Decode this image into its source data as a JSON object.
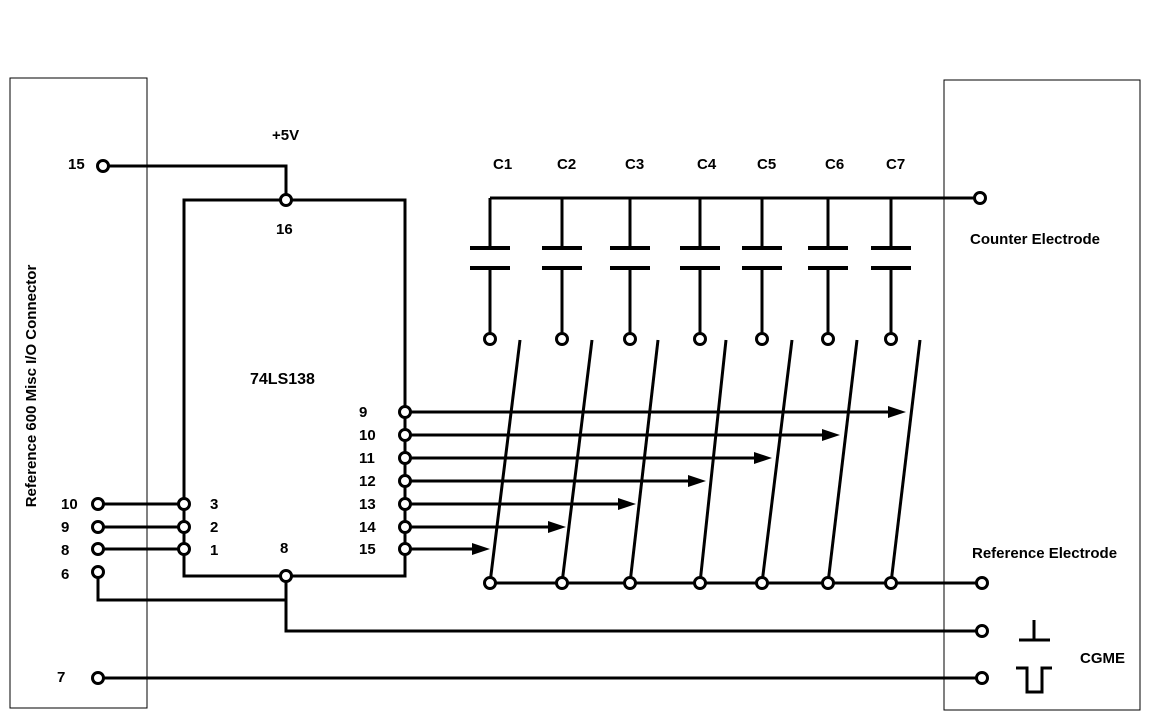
{
  "left_panel": {
    "label": "Reference 600 Misc I/O Connector"
  },
  "right_panel": {
    "counter_electrode": "Counter Electrode",
    "reference_electrode": "Reference Electrode",
    "cgme": "CGME"
  },
  "chip": {
    "name": "74LS138",
    "supply": "+5V",
    "vcc_pin": "16",
    "gnd_pin": "8",
    "input_pins": [
      "3",
      "2",
      "1"
    ],
    "output_pins": [
      "9",
      "10",
      "11",
      "12",
      "13",
      "14",
      "15"
    ]
  },
  "connector_pins": {
    "p15": "15",
    "p10": "10",
    "p9": "9",
    "p8": "8",
    "p6": "6",
    "p7": "7"
  },
  "capacitors": [
    "C1",
    "C2",
    "C3",
    "C4",
    "C5",
    "C6",
    "C7"
  ]
}
